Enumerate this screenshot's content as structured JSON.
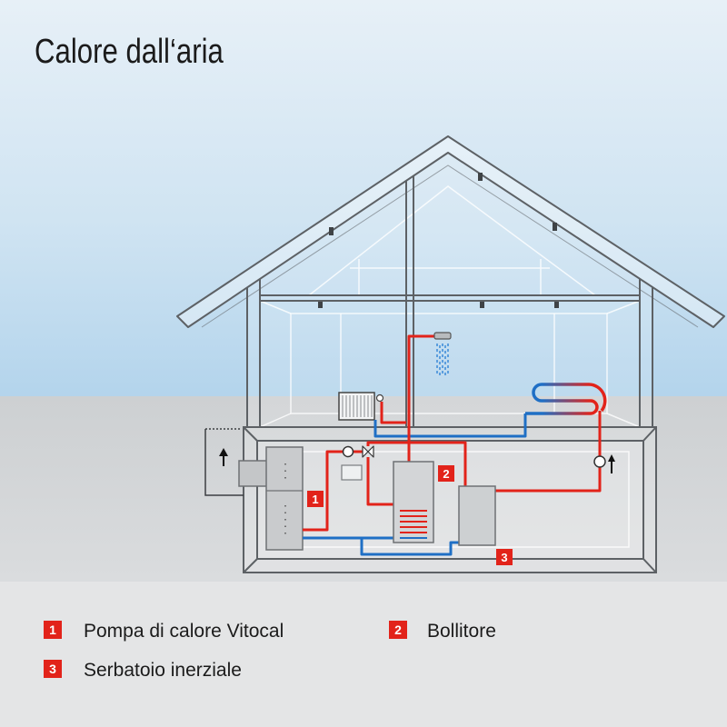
{
  "title": "Calore dall‘aria",
  "legend": [
    {
      "number": "1",
      "label": "Pompa di calore Vitocal"
    },
    {
      "number": "2",
      "label": "Bollitore"
    },
    {
      "number": "3",
      "label": "Serbatoio inerziale"
    }
  ],
  "colors": {
    "marker": "#e2231a",
    "supply_pipe": "#e2231a",
    "return_pipe": "#1f6fc5"
  },
  "icons": {
    "outdoor_airflow": "arrow-up-icon",
    "pump": "circulation-pump-icon",
    "valve": "mixing-valve-icon",
    "shower": "shower-head-icon",
    "flow_direction": "arrow-up-icon"
  }
}
